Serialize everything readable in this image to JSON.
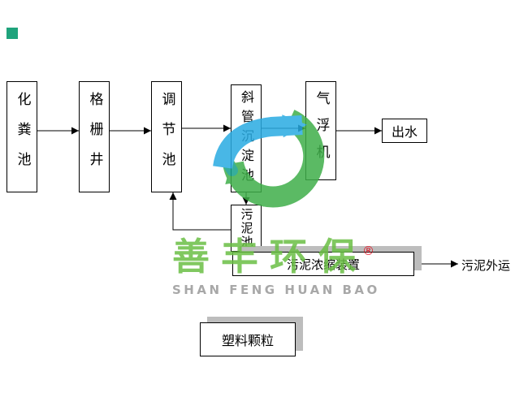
{
  "page": {
    "background": "#ffffff"
  },
  "corner_marker": {
    "color": "#1fa37c"
  },
  "flow": {
    "boxes": [
      {
        "id": "septic-tank",
        "label": "化粪池"
      },
      {
        "id": "grid-well",
        "label": "格栅井"
      },
      {
        "id": "regulating-tank",
        "label": "调节池"
      },
      {
        "id": "inclined-tube-sedimentation-tank",
        "label": "斜管沉淀池"
      },
      {
        "id": "air-flotation-machine",
        "label": "气浮机"
      },
      {
        "id": "effluent",
        "label": "出水"
      },
      {
        "id": "sludge-tank",
        "label": "污泥池"
      },
      {
        "id": "sludge-thickening-device",
        "label": "污泥浓缩装置"
      },
      {
        "id": "plastic-granules",
        "label": "塑料颗粒"
      }
    ],
    "sludge_out_label": "污泥外运",
    "connector_color": "#000000"
  },
  "watermark": {
    "brand_cn": "善丰环保",
    "registered": "®",
    "brand_en": "SHAN FENG HUAN BAO",
    "colors": {
      "green": "#3fae49",
      "light_green": "#6abf45",
      "blue": "#29abe2",
      "teal": "#13a08b",
      "gray_text": "#999999",
      "red": "#e60012",
      "shadow": "#bdbdbd"
    }
  }
}
